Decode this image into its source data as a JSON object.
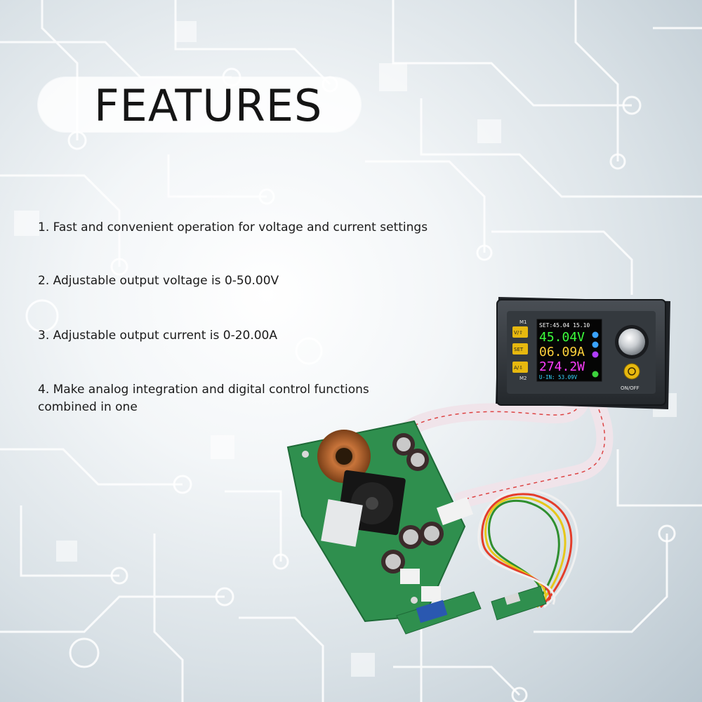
{
  "heading": "FEATURES",
  "features": [
    "1. Fast and convenient operation for voltage and current settings",
    "2. Adjustable output voltage is 0-50.00V",
    "3. Adjustable output current is 0-20.00A",
    "4. Make analog integration and digital control functions combined in one"
  ],
  "device": {
    "buttons": {
      "m1": "M1",
      "v": "V/⇧",
      "set": "SET",
      "a": "A/⇩",
      "m2": "M2",
      "onoff": "ON/OFF"
    },
    "screen": {
      "set_line": "SET:45.04 15.10",
      "voltage": "45.04V",
      "current": "06.09A",
      "power": "274.2W",
      "vin_line": "U-IN: 53.09V"
    }
  },
  "colors": {
    "voltage": "#3cff3c",
    "current": "#ffd23c",
    "power": "#ff3cff",
    "vin": "#38d8ff",
    "pcb": "#2f8f4e",
    "button": "#e7b80f"
  }
}
